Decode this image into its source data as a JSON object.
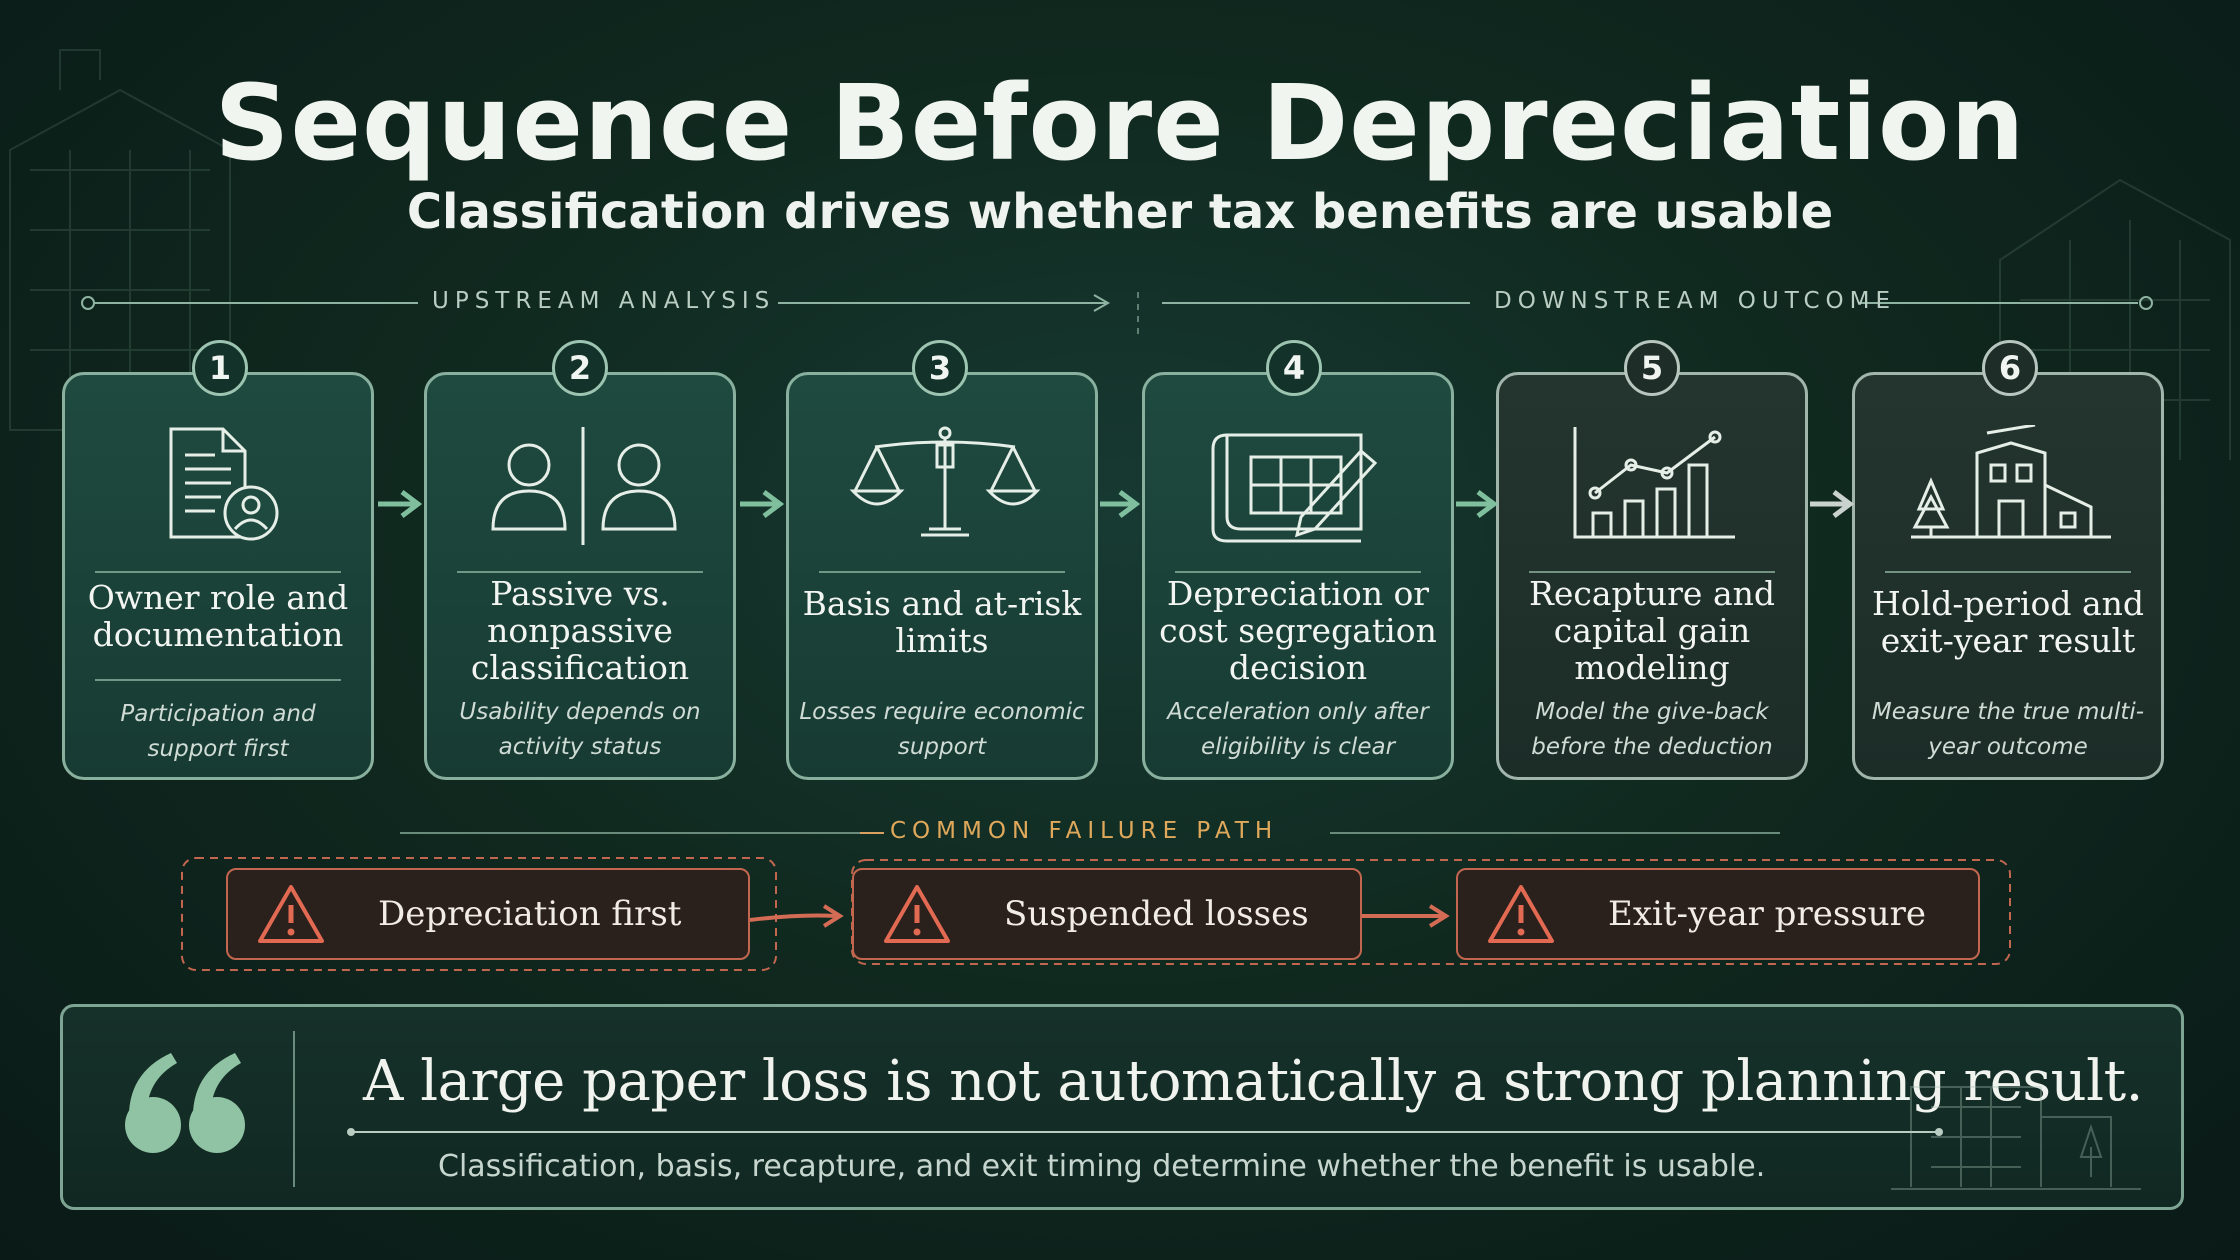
{
  "header": {
    "title": "Sequence Before Depreciation",
    "subtitle": "Classification drives whether tax benefits are usable"
  },
  "rails": {
    "upstream": "UPSTREAM ANALYSIS",
    "downstream": "DOWNSTREAM OUTCOME"
  },
  "steps": [
    {
      "number": "1",
      "title": "Owner role and documentation",
      "description": "Participation and support first",
      "icon": "document-person-icon"
    },
    {
      "number": "2",
      "title": "Passive vs. nonpassive classification",
      "description": "Usability depends on activity status",
      "icon": "two-people-icon"
    },
    {
      "number": "3",
      "title": "Basis and at-risk limits",
      "description": "Losses require economic support",
      "icon": "balance-scale-icon"
    },
    {
      "number": "4",
      "title": "Depreciation or cost segregation decision",
      "description": "Acceleration only after eligibility is clear",
      "icon": "blueprint-pencil-icon"
    },
    {
      "number": "5",
      "title": "Recapture and capital gain modeling",
      "description": "Model the give-back before the deduction",
      "icon": "bar-line-chart-icon"
    },
    {
      "number": "6",
      "title": "Hold-period and exit-year result",
      "description": "Measure the true multi-year outcome",
      "icon": "building-tree-icon"
    }
  ],
  "failure_path": {
    "label": "COMMON FAILURE PATH",
    "items": [
      "Depreciation first",
      "Suspended losses",
      "Exit-year pressure"
    ]
  },
  "quote": {
    "text": "A large paper loss is not automatically a strong planning result.",
    "subtext": "Classification, basis, recapture, and exit timing determine whether the benefit is usable."
  },
  "colors": {
    "card_green": "#1f4a3f",
    "card_dark": "#24352f",
    "accent_green": "#89b09e",
    "failure_red": "#c2664f",
    "failure_label": "#e0a85a",
    "quote_mark": "#8fc3a3"
  }
}
